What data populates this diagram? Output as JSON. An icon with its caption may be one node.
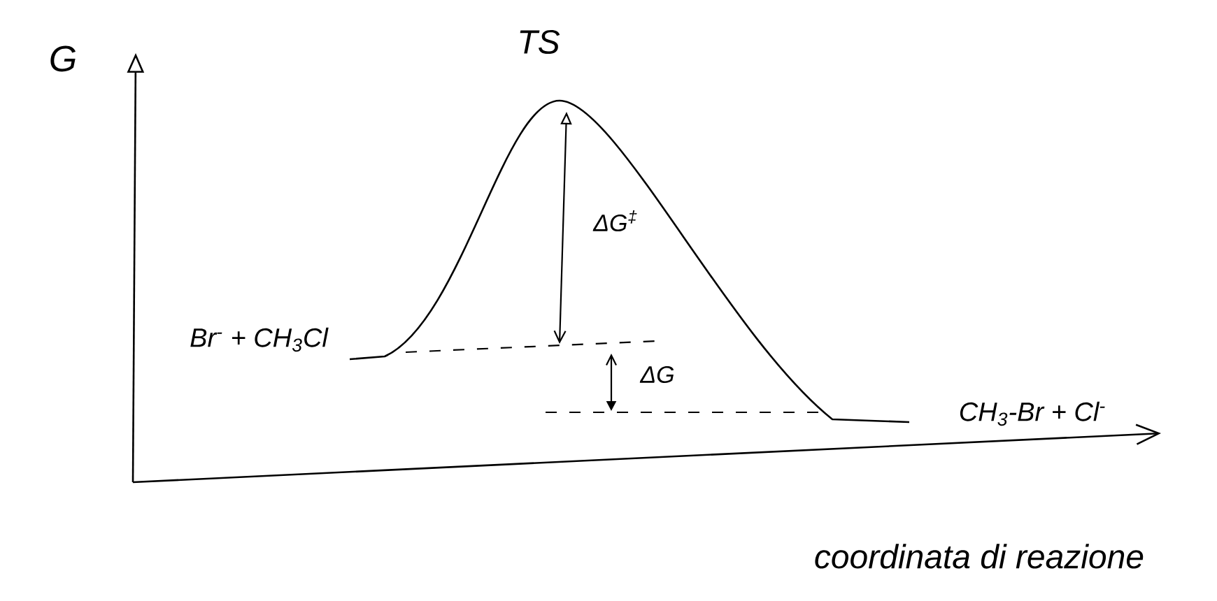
{
  "diagram": {
    "labels": [
      "G",
      "TS",
      "ΔG$^{‡}$",
      "Br$^{-}$ + CH$_{3}$Cl",
      "ΔG",
      "CH$_{3}$-Br + Cl$^{-}$",
      "coordinata di reazione"
    ]
  }
}
